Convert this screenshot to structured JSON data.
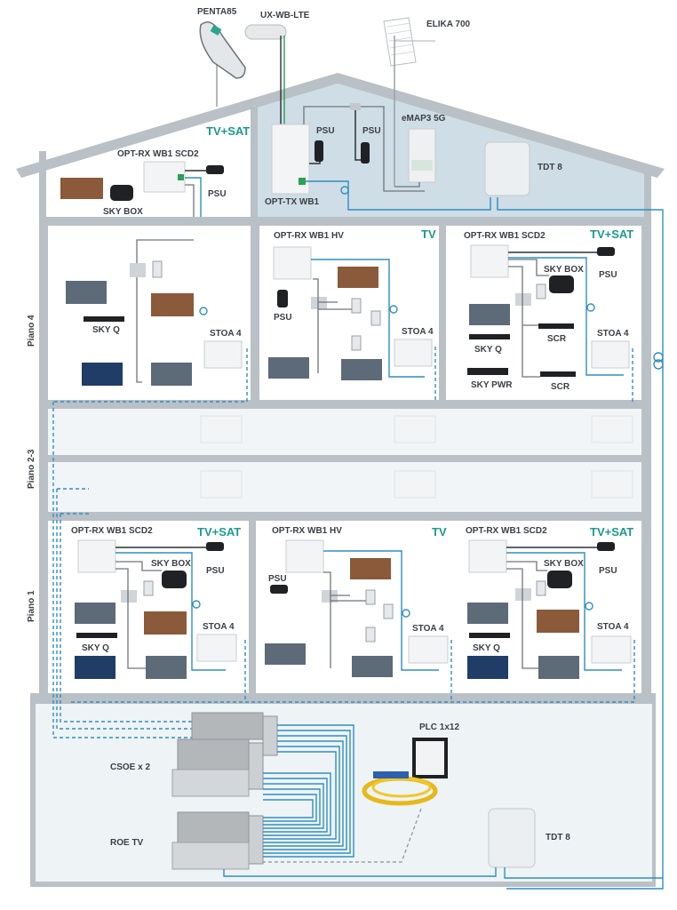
{
  "antennas": {
    "satellite_dish": "PENTA85",
    "lnb": "UX-WB-LTE",
    "terrestrial": "ELIKA 700"
  },
  "rooftop": {
    "transmitter": "OPT-TX WB1",
    "psu_1": "PSU",
    "psu_2": "PSU",
    "amplifier": "eMAP3 5G",
    "termination_box": "TDT 8"
  },
  "attic": {
    "service": "TV+SAT",
    "receiver": "OPT-RX WB1 SCD2",
    "psu": "PSU",
    "sky_box": "SKY BOX"
  },
  "floors": {
    "piano_4": "Piano 4",
    "piano_2_3": "Piano 2-3",
    "piano_1": "Piano 1"
  },
  "piano4": {
    "apt_left": {
      "sky_q": "SKY Q",
      "stoa": "STOA 4"
    },
    "apt_mid": {
      "receiver": "OPT-RX WB1 HV",
      "service": "TV",
      "psu": "PSU",
      "stoa": "STOA 4"
    },
    "apt_right": {
      "receiver": "OPT-RX WB1 SCD2",
      "service": "TV+SAT",
      "sky_box": "SKY BOX",
      "psu": "PSU",
      "scr_1": "SCR",
      "sky_q": "SKY Q",
      "stoa": "STOA 4",
      "sky_pwr": "SKY PWR",
      "scr_2": "SCR"
    }
  },
  "piano1": {
    "apt_left": {
      "receiver": "OPT-RX WB1 SCD2",
      "service": "TV+SAT",
      "sky_box": "SKY BOX",
      "psu": "PSU",
      "sky_q": "SKY Q",
      "stoa": "STOA 4"
    },
    "apt_mid": {
      "receiver": "OPT-RX WB1 HV",
      "service": "TV",
      "psu": "PSU",
      "stoa": "STOA 4"
    },
    "apt_right": {
      "receiver": "OPT-RX WB1 SCD2",
      "service": "TV+SAT",
      "sky_box": "SKY BOX",
      "psu": "PSU",
      "sky_q": "SKY Q",
      "stoa": "STOA 4"
    }
  },
  "basement": {
    "csoe": "CSOE x 2",
    "roe": "ROE TV",
    "splitter": "PLC 1x12",
    "termination_box": "TDT 8"
  },
  "colors": {
    "fiber": "#2f8fc0",
    "service_label": "#1a9a8c",
    "wall": "#b9c0c6",
    "attic_bg": "#cfdde6",
    "basement_bg": "#eef3f6"
  }
}
